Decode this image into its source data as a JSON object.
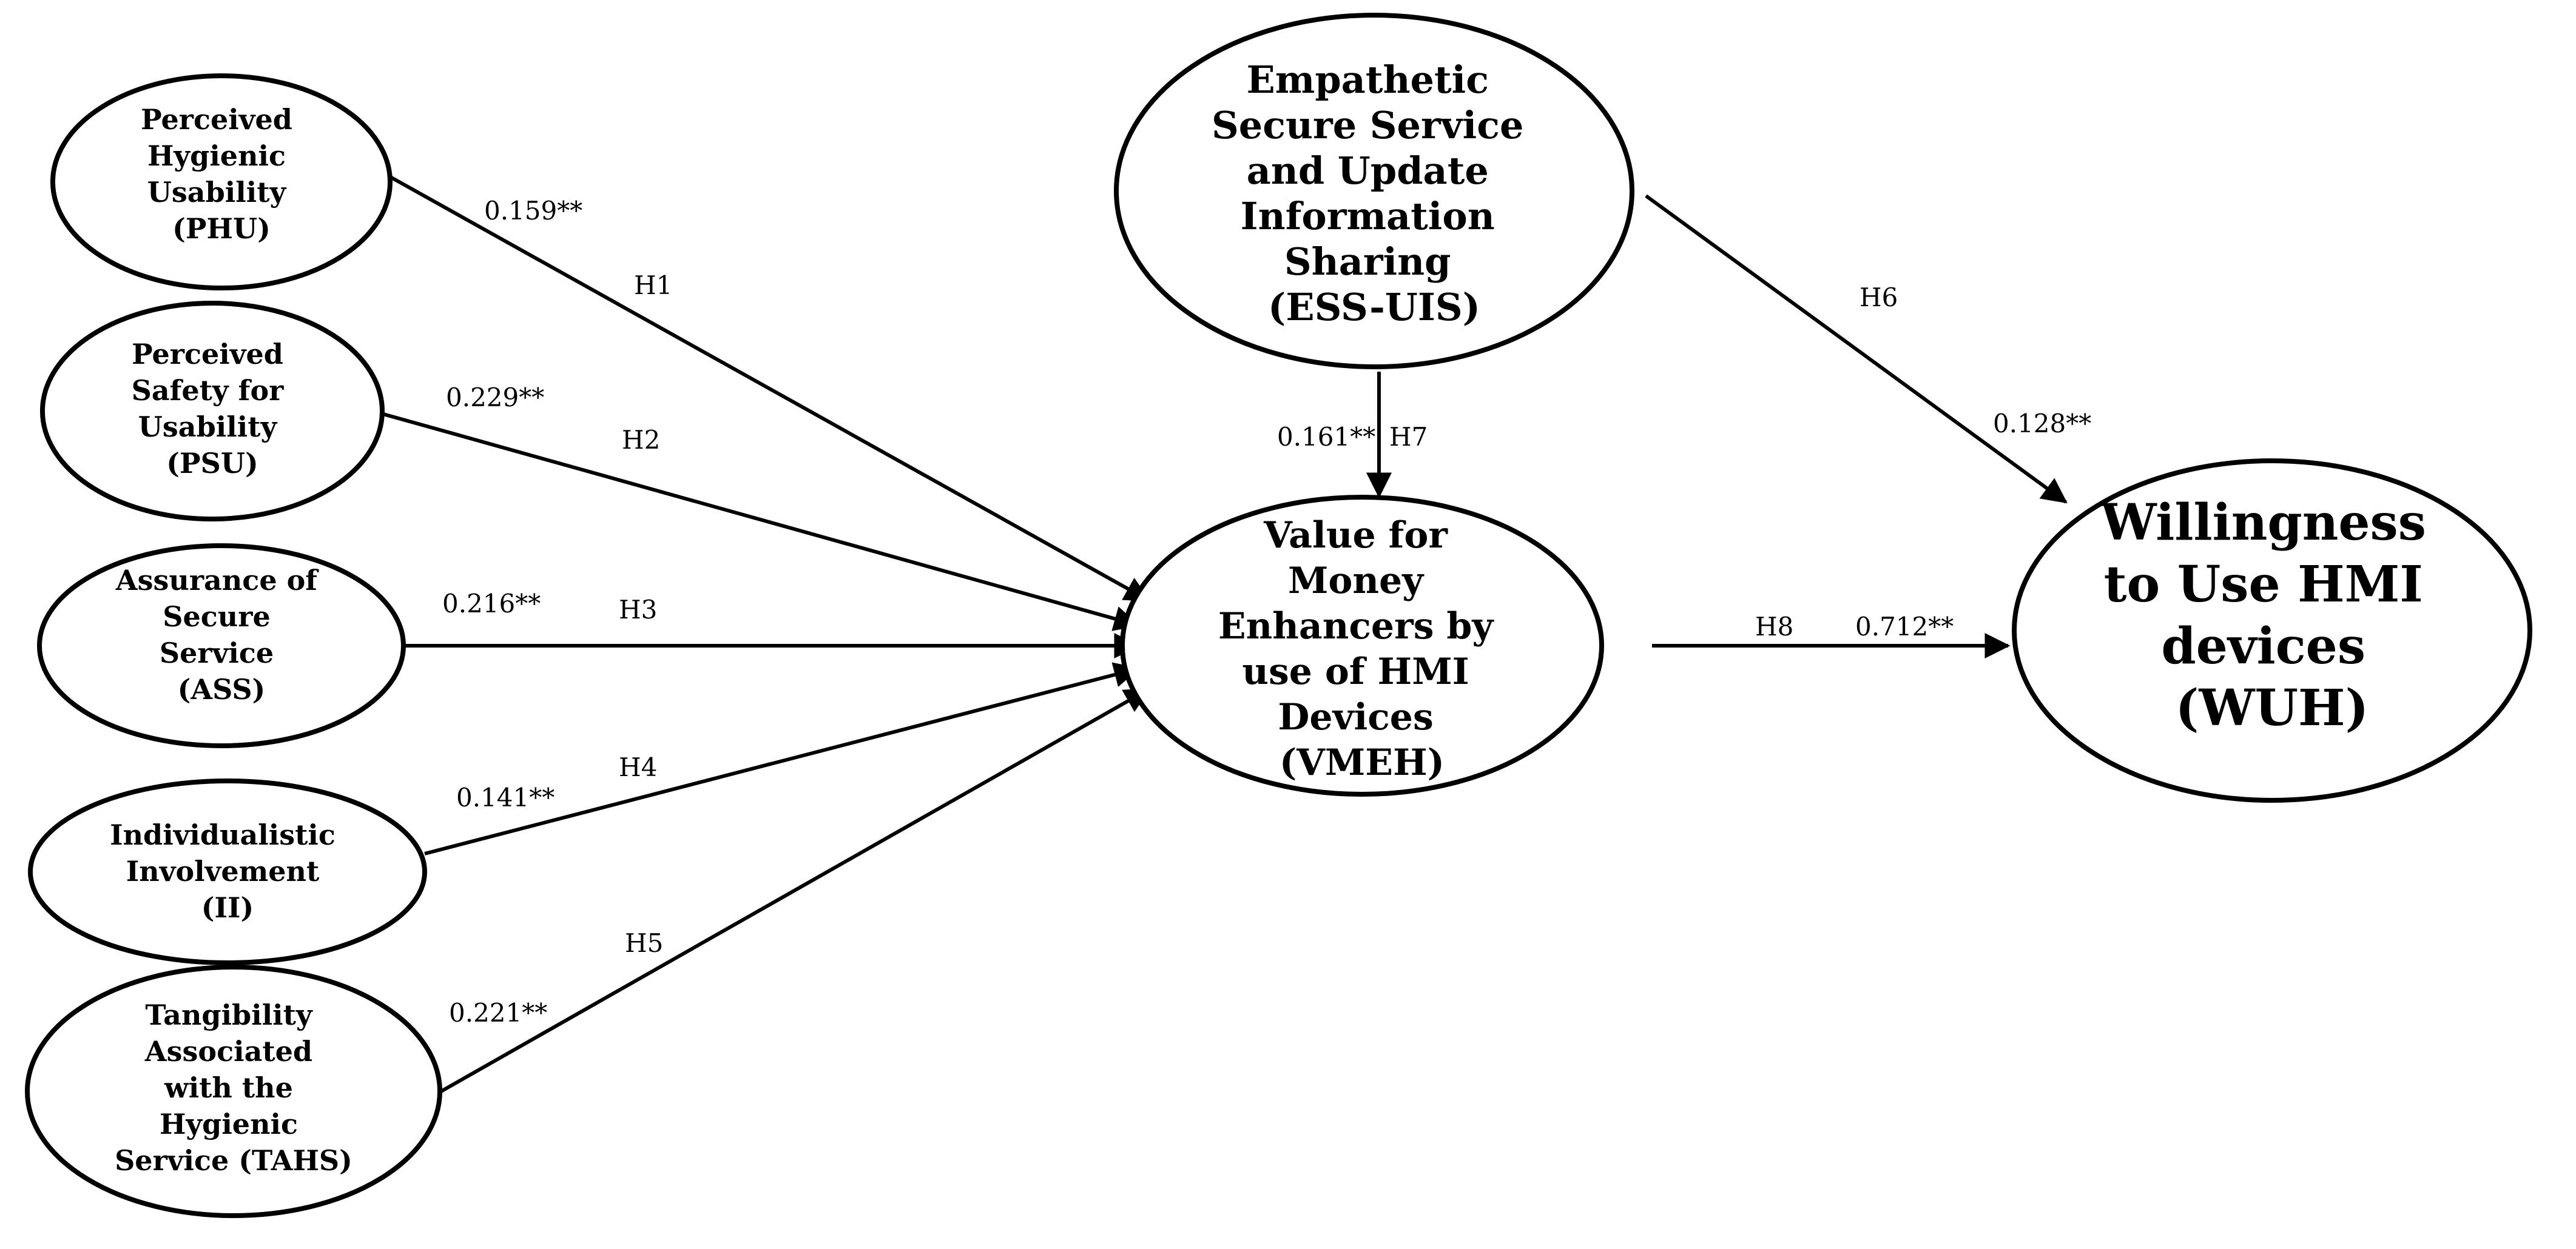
{
  "nodes": [
    {
      "id": "phu",
      "lines": [
        "Perceived",
        "Hygienic",
        "Usability",
        "(PHU)"
      ]
    },
    {
      "id": "psu",
      "lines": [
        "Perceived",
        "Safety for",
        "Usability",
        "(PSU)"
      ]
    },
    {
      "id": "ass",
      "lines": [
        "Assurance of",
        "Secure",
        "Service",
        "(ASS)"
      ]
    },
    {
      "id": "ii",
      "lines": [
        "Individualistic",
        "Involvement",
        "(II)"
      ]
    },
    {
      "id": "tahs",
      "lines": [
        "Tangibility",
        "Associated",
        "with the",
        "Hygienic",
        "Service (TAHS)"
      ]
    },
    {
      "id": "essuis",
      "lines": [
        "Empathetic",
        "Secure Service",
        "and Update",
        "Information",
        "Sharing",
        "(ESS-UIS)"
      ]
    },
    {
      "id": "vmeh",
      "lines": [
        "Value for",
        "Money",
        "Enhancers by",
        "use of HMI",
        "Devices",
        "(VMEH)"
      ]
    },
    {
      "id": "wuh",
      "lines": [
        "Willingness",
        "to Use HMI",
        "devices",
        "(WUH)"
      ]
    }
  ],
  "edges": [
    {
      "id": "h1",
      "from": "phu",
      "to": "vmeh",
      "hypothesis": "H1",
      "coefficient": "0.159**"
    },
    {
      "id": "h2",
      "from": "psu",
      "to": "vmeh",
      "hypothesis": "H2",
      "coefficient": "0.229**"
    },
    {
      "id": "h3",
      "from": "ass",
      "to": "vmeh",
      "hypothesis": "H3",
      "coefficient": "0.216**"
    },
    {
      "id": "h4",
      "from": "ii",
      "to": "vmeh",
      "hypothesis": "H4",
      "coefficient": "0.141**"
    },
    {
      "id": "h5",
      "from": "tahs",
      "to": "vmeh",
      "hypothesis": "H5",
      "coefficient": "0.221**"
    },
    {
      "id": "h6",
      "from": "essuis",
      "to": "wuh",
      "hypothesis": "H6",
      "coefficient": "0.128**"
    },
    {
      "id": "h7",
      "from": "essuis",
      "to": "vmeh",
      "hypothesis": "H7",
      "coefficient": "0.161**"
    },
    {
      "id": "h8",
      "from": "vmeh",
      "to": "wuh",
      "hypothesis": "H8",
      "coefficient": "0.712**"
    }
  ]
}
